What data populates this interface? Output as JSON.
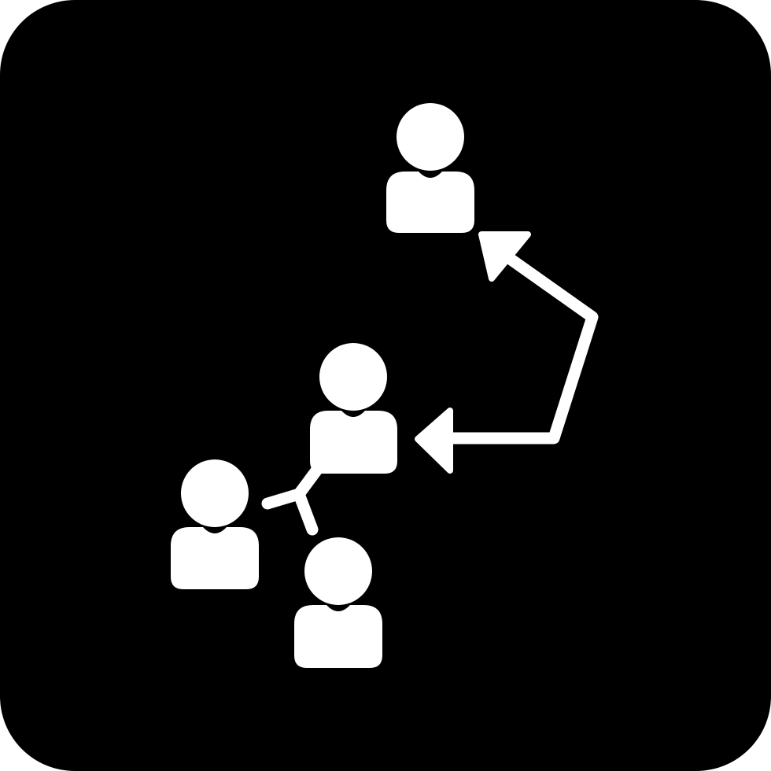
{
  "icon": {
    "name": "team-network-referral-icon",
    "background_color": "#000000",
    "foreground_color": "#ffffff",
    "people": [
      "top-person",
      "middle-person",
      "left-person",
      "bottom-person"
    ],
    "connectors": [
      "branch-connector",
      "bent-arrow-connector"
    ]
  }
}
